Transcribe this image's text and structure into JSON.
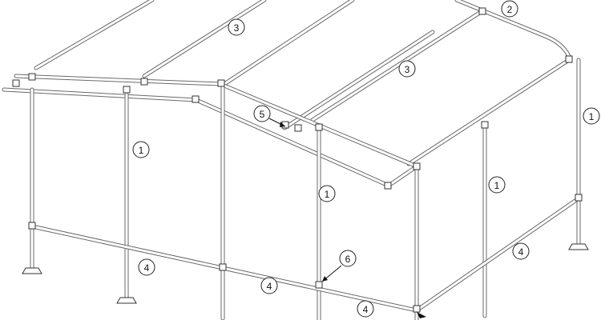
{
  "callouts": {
    "frame_upright": "1",
    "roof_ridge_bend": "2",
    "roof_rafter": "3",
    "ground_rail": "4",
    "eave_connector": "5",
    "base_connector": "6"
  },
  "colors": {
    "line": "#555555",
    "background": "#ffffff"
  }
}
